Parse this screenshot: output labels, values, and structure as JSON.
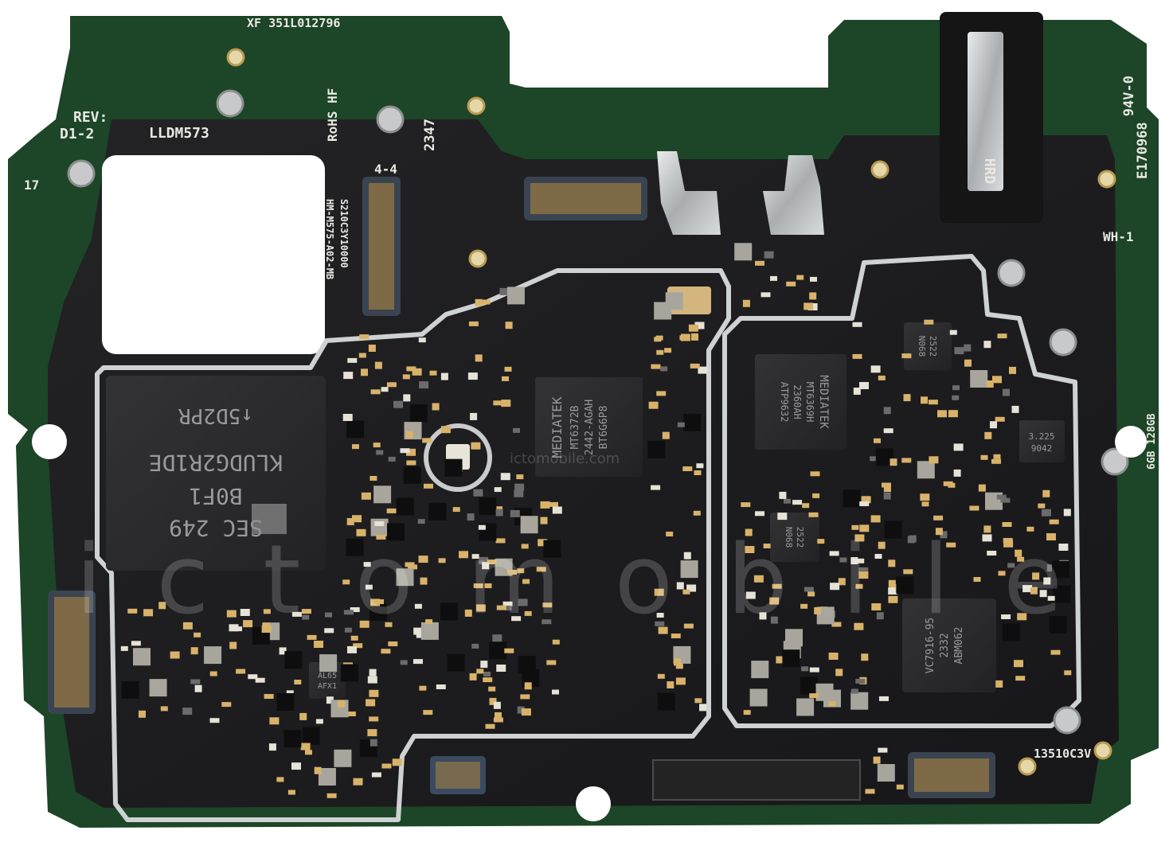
{
  "board": {
    "serial": "XF 351L012796",
    "rev": "REV:",
    "rev_code": "D1-2",
    "model_code": "LLDM573",
    "rohs": "RoHS HF",
    "date_code": "2347",
    "pad_label_17": "17",
    "pad_label_44": "4-4",
    "vertical_part": "HM-M575-A02-MB",
    "vertical_lot": "S210C3Y10000",
    "ul_rating": "94V-0",
    "ul_file": "E170968",
    "wh_label": "WH-1",
    "memory_label": "6GB 128GB",
    "bottom_code": "13510C3V",
    "jack_label": "HRD"
  },
  "chips": {
    "memory": {
      "line1": "SEC 249",
      "line2": "B0F1",
      "line3": "KLUDG2R1DE",
      "line4": "↑5D2PR"
    },
    "soc": {
      "line1": "MEDIATEK",
      "line2": "MT6372B",
      "line3": "2442-AGAH",
      "line4": "BT6G6P8"
    },
    "modem": {
      "line1": "MEDIATEK",
      "line2": "MT6369H",
      "line3": "2360AH",
      "line4": "ATP9632"
    },
    "pmic": {
      "line1": "VC7916-95",
      "line2": "2332",
      "line3": "ABM062"
    },
    "small_a": {
      "line1": "2522",
      "line2": "N068"
    },
    "small_b": {
      "line1": "2522",
      "line2": "N068"
    },
    "small_c": {
      "line1": "3.225",
      "line2": "9042"
    },
    "small_d": {
      "line1": "AL65",
      "line2": "AFX1"
    }
  },
  "watermark": {
    "text": "ictomobile",
    "url": "ictomobile.com"
  },
  "colors": {
    "pcb_dark": "#1c1c1e",
    "pcb_green": "#1f4a2a",
    "shield": "#d5d7d8",
    "gold": "#d9b26a",
    "chip": "#2b2b2d"
  }
}
